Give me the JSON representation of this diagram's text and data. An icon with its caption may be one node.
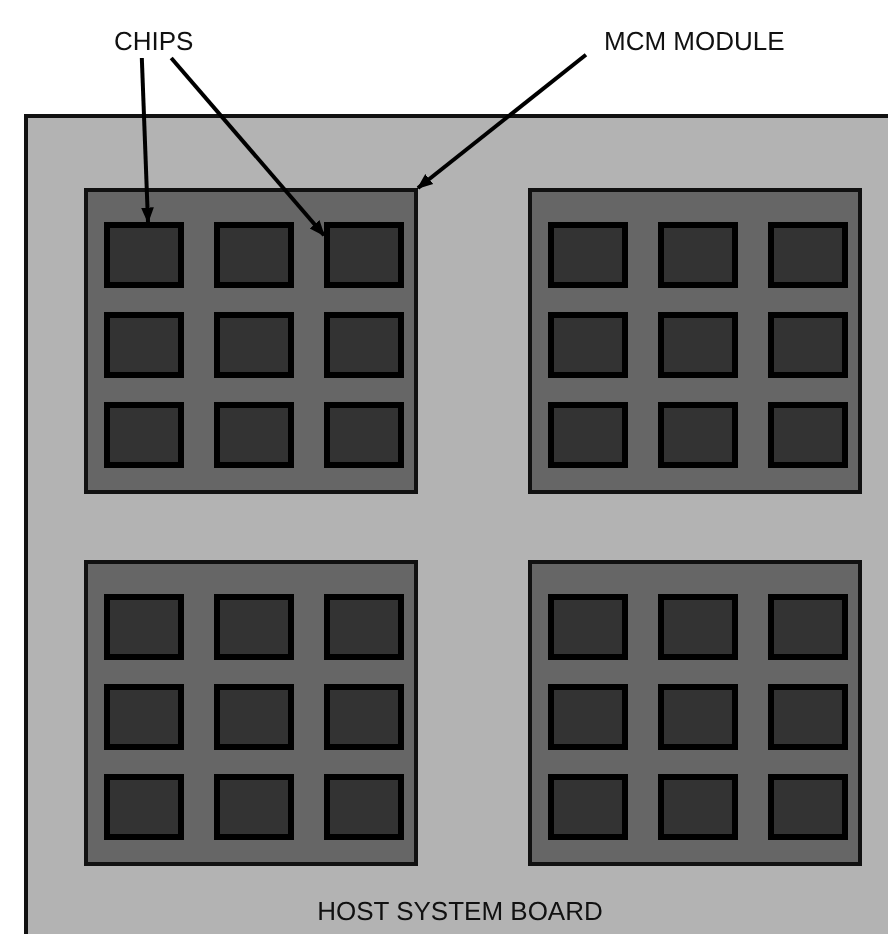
{
  "diagram": {
    "nodes": [
      {
        "text": [
          "CHIPS"
        ]
      },
      {
        "text": [
          "MCM MODULE"
        ]
      },
      {
        "text": [
          "HOST SYSTEM BOARD"
        ]
      },
      {
        "text": [],
        "shape": "box",
        "in": 2
      },
      {
        "text": [],
        "shape": "box",
        "in": 3
      },
      {
        "text": [],
        "shape": "box",
        "in": 3
      },
      {
        "text": [],
        "shape": "box",
        "in": 3
      },
      {
        "text": [],
        "shape": "box",
        "in": 3
      },
      {
        "text": [],
        "shape": "box",
        "in": 3
      },
      {
        "text": [],
        "shape": "box",
        "in": 3
      },
      {
        "text": [],
        "shape": "box",
        "in": 3
      },
      {
        "text": [],
        "shape": "box",
        "in": 3
      },
      {
        "text": [],
        "shape": "box",
        "in": 3
      },
      {
        "text": [],
        "shape": "box",
        "in": 2
      },
      {
        "text": [],
        "shape": "box",
        "in": 13
      },
      {
        "text": [],
        "shape": "box",
        "in": 13
      },
      {
        "text": [],
        "shape": "box",
        "in": 13
      },
      {
        "text": [],
        "shape": "box",
        "in": 13
      },
      {
        "text": [],
        "shape": "box",
        "in": 13
      },
      {
        "text": [],
        "shape": "box",
        "in": 13
      },
      {
        "text": [],
        "shape": "box",
        "in": 13
      },
      {
        "text": [],
        "shape": "box",
        "in": 13
      },
      {
        "text": [],
        "shape": "box",
        "in": 13
      },
      {
        "text": [],
        "shape": "box",
        "in": 2
      },
      {
        "text": [],
        "shape": "box",
        "in": 23
      },
      {
        "text": [],
        "shape": "box",
        "in": 23
      },
      {
        "text": [],
        "shape": "box",
        "in": 23
      },
      {
        "text": [],
        "shape": "box",
        "in": 23
      },
      {
        "text": [],
        "shape": "box",
        "in": 23
      },
      {
        "text": [],
        "shape": "box",
        "in": 23
      },
      {
        "text": [],
        "shape": "box",
        "in": 23
      },
      {
        "text": [],
        "shape": "box",
        "in": 23
      },
      {
        "text": [],
        "shape": "box",
        "in": 23
      },
      {
        "text": [],
        "shape": "box",
        "in": 2
      },
      {
        "text": [],
        "shape": "box",
        "in": 33
      },
      {
        "text": [],
        "shape": "box",
        "in": 33
      },
      {
        "text": [],
        "shape": "box",
        "in": 33
      },
      {
        "text": [],
        "shape": "box",
        "in": 33
      },
      {
        "text": [],
        "shape": "box",
        "in": 33
      },
      {
        "text": [],
        "shape": "box",
        "in": 33
      },
      {
        "text": [],
        "shape": "box",
        "in": 33
      },
      {
        "text": [],
        "shape": "box",
        "in": 33
      },
      {
        "text": [],
        "shape": "box",
        "in": 33
      }
    ],
    "edges": [
      {
        "from": 0,
        "to": 4,
        "arrow": "to"
      },
      {
        "from": 0,
        "to": 6,
        "arrow": "to"
      },
      {
        "from": 1,
        "to": 3,
        "arrow": "to"
      }
    ]
  }
}
